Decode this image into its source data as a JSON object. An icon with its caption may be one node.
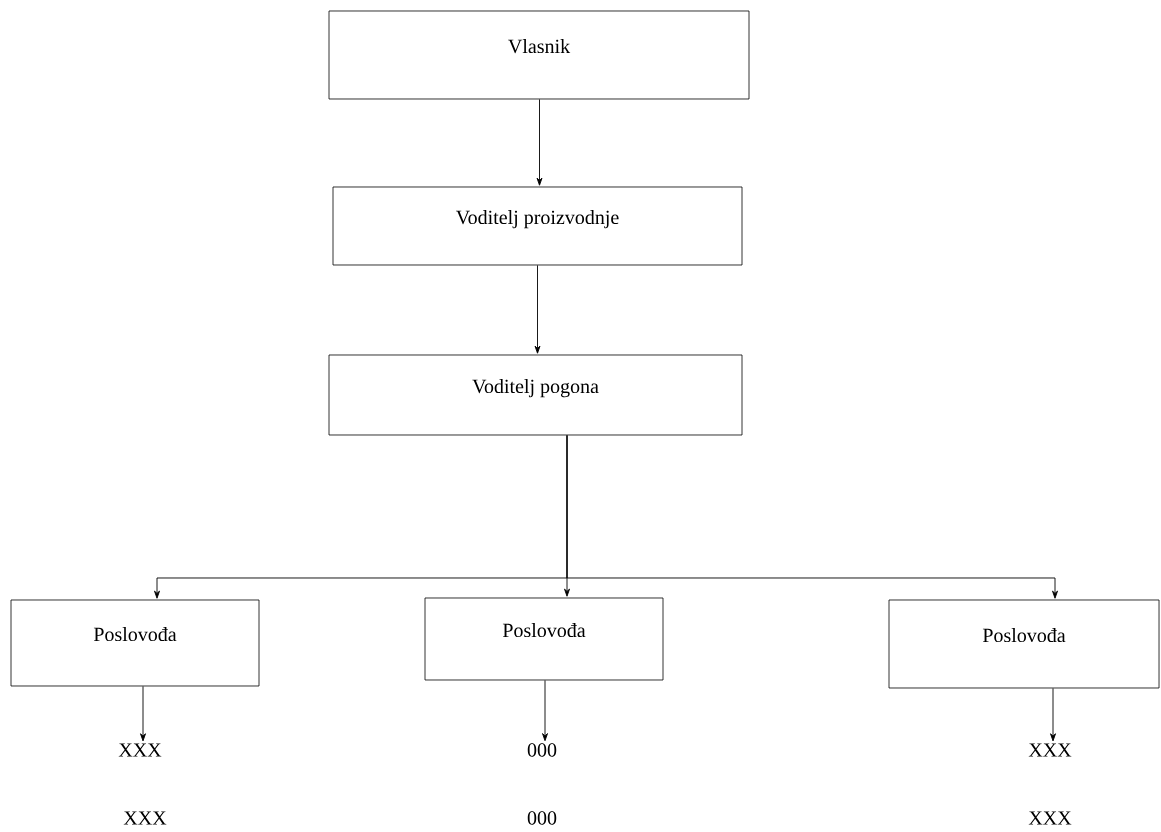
{
  "diagram": {
    "nodes": [
      {
        "text": [
          "Vlasnik"
        ]
      },
      {
        "text": [
          "Voditelj proizvodnje"
        ]
      },
      {
        "text": [
          "Voditelj pogona"
        ]
      },
      {
        "text": [
          "Poslovođa"
        ]
      },
      {
        "text": [
          "Poslovođa"
        ]
      },
      {
        "text": [
          "Poslovođa"
        ]
      },
      {
        "text": [
          "XXX"
        ]
      },
      {
        "text": [
          "000"
        ]
      },
      {
        "text": [
          "XXX"
        ]
      }
    ],
    "edges": [
      {
        "from": 0,
        "to": 1,
        "arrow": "to"
      },
      {
        "from": 1,
        "to": 2,
        "arrow": "to"
      },
      {
        "from": 2,
        "to": 3,
        "arrow": "to"
      },
      {
        "from": 2,
        "to": 4,
        "arrow": "to"
      },
      {
        "from": 2,
        "to": 5,
        "arrow": "to"
      },
      {
        "from": 3,
        "to": 6,
        "arrow": "to"
      },
      {
        "from": 4,
        "to": 7,
        "arrow": "to"
      },
      {
        "from": 5,
        "to": 8,
        "arrow": "to"
      }
    ],
    "labels": [
      "XXX",
      "000",
      "XXX"
    ]
  }
}
